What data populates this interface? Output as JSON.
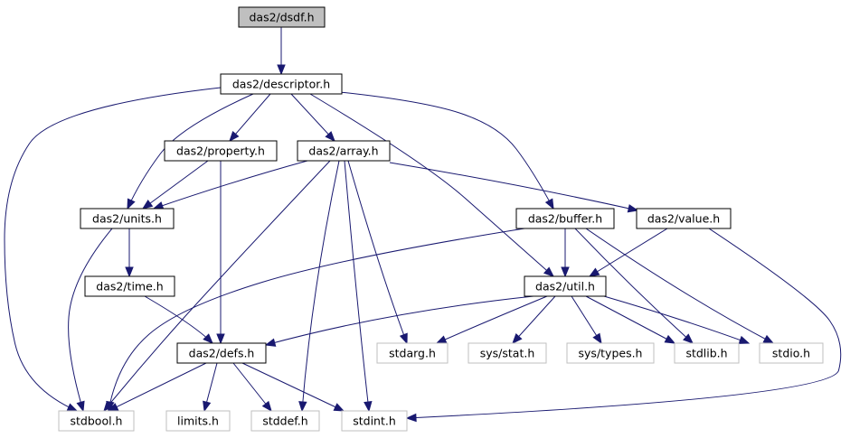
{
  "colors": {
    "edge": "#191970",
    "root_fill": "#bfbfbf",
    "root_border": "#000000",
    "file_border": "#000000",
    "system_border": "#bfbfbf",
    "text": "#000000",
    "background": "#ffffff"
  },
  "nodes": {
    "dsdf": {
      "label": "das2/dsdf.h",
      "kind": "root"
    },
    "descriptor": {
      "label": "das2/descriptor.h",
      "kind": "file"
    },
    "property": {
      "label": "das2/property.h",
      "kind": "file"
    },
    "array": {
      "label": "das2/array.h",
      "kind": "file"
    },
    "units": {
      "label": "das2/units.h",
      "kind": "file"
    },
    "buffer": {
      "label": "das2/buffer.h",
      "kind": "file"
    },
    "value": {
      "label": "das2/value.h",
      "kind": "file"
    },
    "time": {
      "label": "das2/time.h",
      "kind": "file"
    },
    "util": {
      "label": "das2/util.h",
      "kind": "file"
    },
    "defs": {
      "label": "das2/defs.h",
      "kind": "file"
    },
    "stdarg": {
      "label": "stdarg.h",
      "kind": "system"
    },
    "sysstat": {
      "label": "sys/stat.h",
      "kind": "system"
    },
    "systypes": {
      "label": "sys/types.h",
      "kind": "system"
    },
    "stdlib": {
      "label": "stdlib.h",
      "kind": "system"
    },
    "stdio": {
      "label": "stdio.h",
      "kind": "system"
    },
    "stdbool": {
      "label": "stdbool.h",
      "kind": "system"
    },
    "limits": {
      "label": "limits.h",
      "kind": "system"
    },
    "stddef": {
      "label": "stddef.h",
      "kind": "system"
    },
    "stdint": {
      "label": "stdint.h",
      "kind": "system"
    }
  },
  "edges": [
    [
      "dsdf",
      "descriptor"
    ],
    [
      "descriptor",
      "stdbool"
    ],
    [
      "descriptor",
      "units"
    ],
    [
      "descriptor",
      "property"
    ],
    [
      "descriptor",
      "array"
    ],
    [
      "descriptor",
      "util"
    ],
    [
      "descriptor",
      "buffer"
    ],
    [
      "property",
      "units"
    ],
    [
      "property",
      "defs"
    ],
    [
      "array",
      "units"
    ],
    [
      "array",
      "value"
    ],
    [
      "array",
      "stdbool"
    ],
    [
      "array",
      "stddef"
    ],
    [
      "array",
      "stdint"
    ],
    [
      "array",
      "stdarg"
    ],
    [
      "units",
      "time"
    ],
    [
      "units",
      "stdbool"
    ],
    [
      "time",
      "defs"
    ],
    [
      "buffer",
      "util"
    ],
    [
      "buffer",
      "stdbool"
    ],
    [
      "buffer",
      "stdlib"
    ],
    [
      "buffer",
      "stdio"
    ],
    [
      "value",
      "util"
    ],
    [
      "value",
      "stdint"
    ],
    [
      "util",
      "defs"
    ],
    [
      "util",
      "stdarg"
    ],
    [
      "util",
      "sysstat"
    ],
    [
      "util",
      "systypes"
    ],
    [
      "util",
      "stdlib"
    ],
    [
      "util",
      "stdio"
    ],
    [
      "defs",
      "stdbool"
    ],
    [
      "defs",
      "limits"
    ],
    [
      "defs",
      "stddef"
    ],
    [
      "defs",
      "stdint"
    ]
  ]
}
